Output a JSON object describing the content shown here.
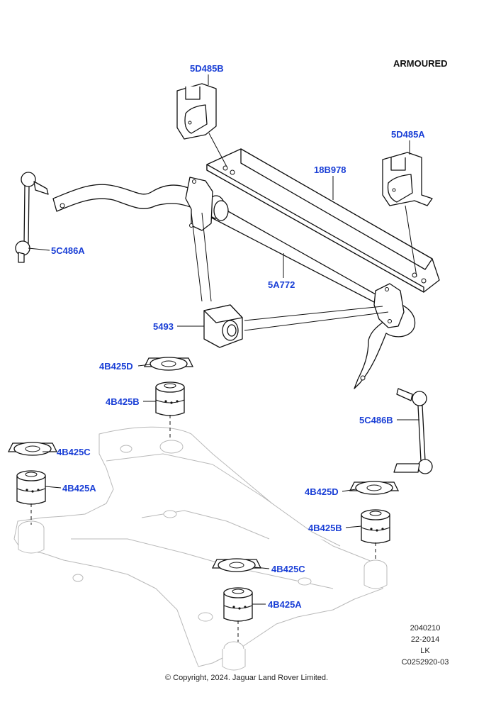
{
  "header": {
    "variant": "ARMOURED"
  },
  "callouts": {
    "c5D485B": "5D485B",
    "c5D485A": "5D485A",
    "c18B978": "18B978",
    "c5C486A": "5C486A",
    "c5A772": "5A772",
    "c5493": "5493",
    "c4B425D_top": "4B425D",
    "c4B425B_top": "4B425B",
    "c4B425C_left": "4B425C",
    "c4B425A_left": "4B425A",
    "c5C486B": "5C486B",
    "c4B425D_right": "4B425D",
    "c4B425B_right": "4B425B",
    "c4B425C_bottom": "4B425C",
    "c4B425A_bottom": "4B425A"
  },
  "meta": {
    "line1": "2040210",
    "line2": "22-2014",
    "line3": "LK",
    "line4": "C0252920-03"
  },
  "footer": {
    "copyright": "© Copyright, 2024. Jaguar Land Rover Limited."
  },
  "colors": {
    "callout": "#1a3fd6",
    "line": "#111111",
    "ghost": "#b9b9b9"
  }
}
